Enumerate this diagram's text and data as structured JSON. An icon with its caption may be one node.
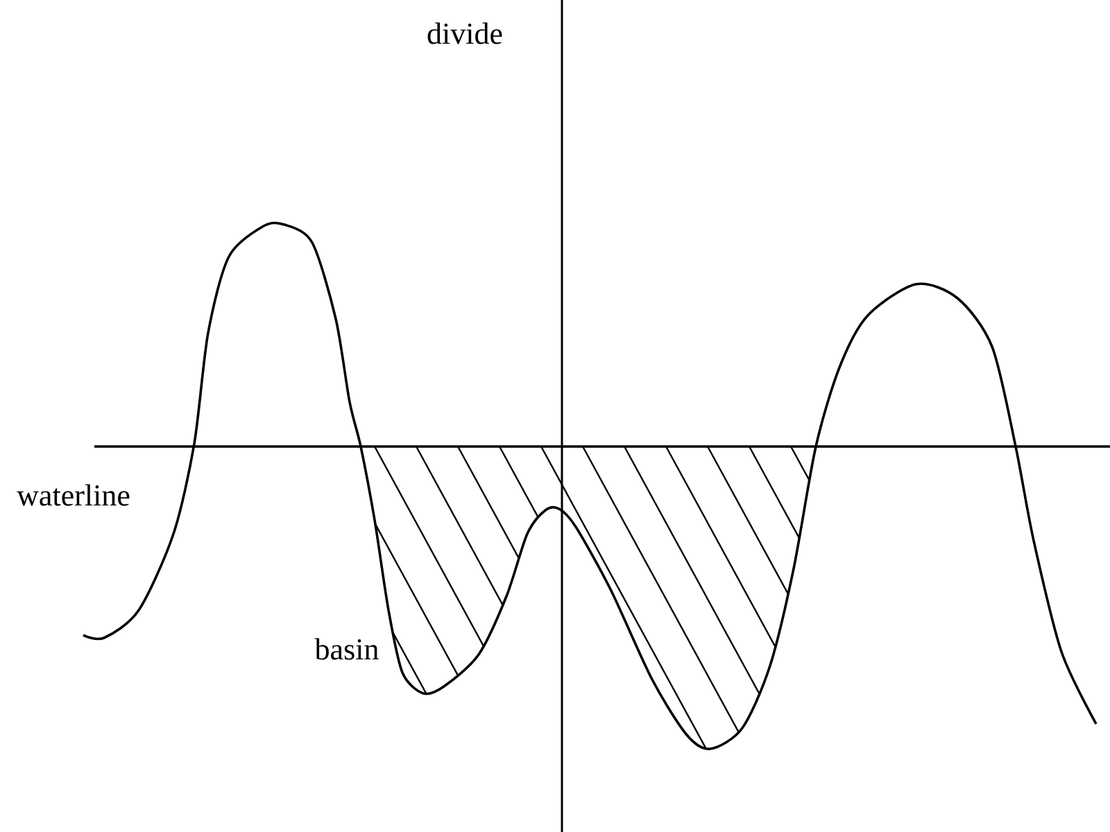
{
  "diagram": {
    "labels": [
      "divide",
      "waterline",
      "basin"
    ]
  }
}
